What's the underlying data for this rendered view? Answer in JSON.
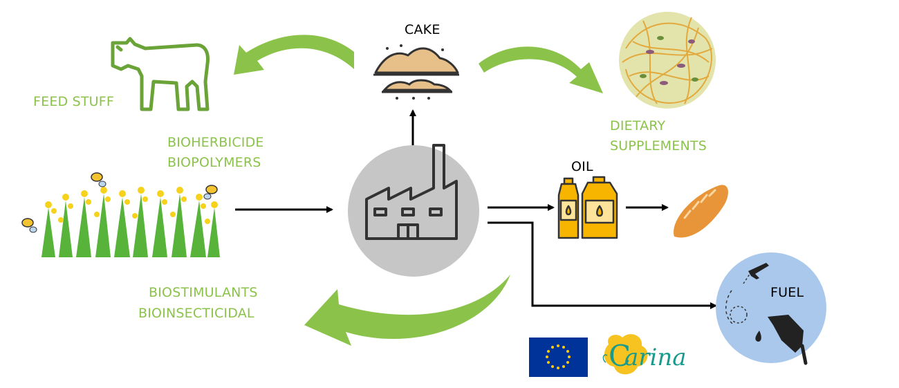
{
  "labels": {
    "cake": "CAKE",
    "oil": "OIL",
    "fuel": "FUEL",
    "feed_stuff": "FEED STUFF",
    "bioherbicide": "BIOHERBICIDE",
    "biopolymers": "BIOPOLYMERS",
    "dietary": "DIETARY",
    "supplements": "SUPPLEMENTS",
    "biostimulants": "BIOSTIMULANTS",
    "bioinsecticidal": "BIOINSECTICIDAL"
  },
  "logos": {
    "carina_text": "arina",
    "carina_initial": "C"
  },
  "colors": {
    "green_arrow": "#8bc34a",
    "label_green": "#8bc34a",
    "factory_circle": "#c6c6c6",
    "fuel_circle": "#a9c8ec",
    "eu_blue": "#003399",
    "eu_star": "#ffcc00",
    "oil_yellow": "#f7b500",
    "bread": "#e8953a"
  },
  "icons": [
    "cow-icon",
    "cake-icon",
    "noodles-icon",
    "field-icon",
    "bee-icon",
    "factory-icon",
    "oil-bottles-icon",
    "bread-icon",
    "plane-icon",
    "fuel-nozzle-icon",
    "eu-flag-icon",
    "carina-logo"
  ]
}
